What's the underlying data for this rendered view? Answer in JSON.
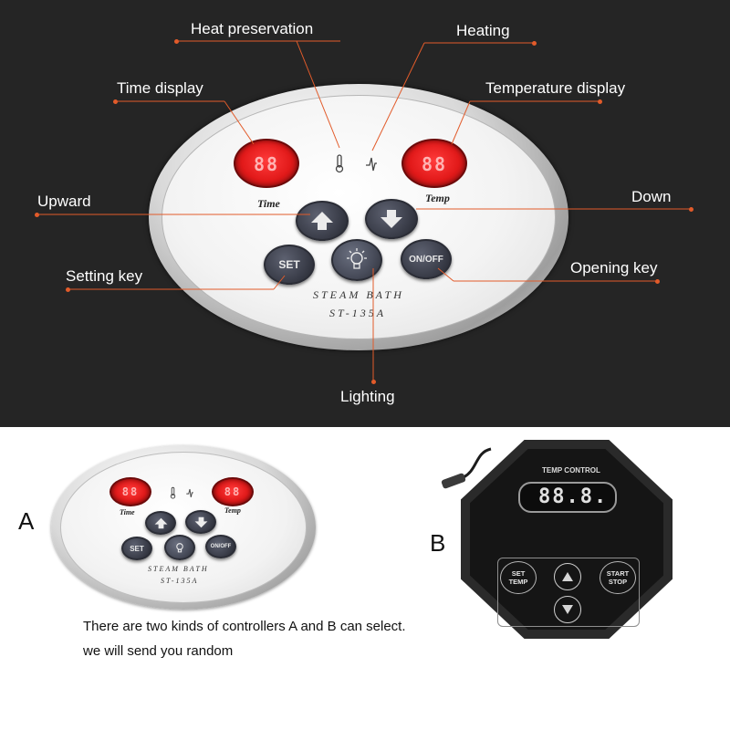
{
  "top_panel": {
    "displays": {
      "time": {
        "digits": "88",
        "label": "Time"
      },
      "temp": {
        "digits": "88",
        "label": "Temp"
      }
    },
    "buttons": {
      "set": "SET",
      "onoff": "ON/OFF"
    },
    "brand": {
      "line1": "STEAM BATH",
      "line2": "ST-135A"
    },
    "callouts": {
      "heat_preservation": "Heat preservation",
      "heating": "Heating",
      "time_display": "Time display",
      "temperature_display": "Temperature display",
      "upward": "Upward",
      "down": "Down",
      "setting_key": "Setting key",
      "opening_key": "Opening key",
      "lighting": "Lighting"
    },
    "icons": [
      "thermometer-icon",
      "heating-icon",
      "up-arrow-icon",
      "down-arrow-icon",
      "light-bulb-icon"
    ],
    "colors": {
      "background": "#252525",
      "callout_line": "#e25b2a",
      "display_red": "#e21a1a"
    }
  },
  "bottom_panel": {
    "controller_a": {
      "letter": "A",
      "displays": {
        "time": {
          "digits": "88",
          "label": "Time"
        },
        "temp": {
          "digits": "88",
          "label": "Temp"
        }
      },
      "buttons": {
        "set": "SET",
        "onoff": "ON/OFF"
      },
      "brand": {
        "line1": "STEAM BATH",
        "line2": "ST-135A"
      }
    },
    "controller_b": {
      "letter": "B",
      "title": "TEMP CONTROL",
      "digits": "88.8.",
      "buttons": {
        "set_temp_line1": "SET",
        "set_temp_line2": "TEMP",
        "start_stop_line1": "START",
        "start_stop_line2": "STOP"
      }
    },
    "note": {
      "line1": "There are two kinds of controllers A and B can select.",
      "line2": "we will send you random"
    }
  }
}
